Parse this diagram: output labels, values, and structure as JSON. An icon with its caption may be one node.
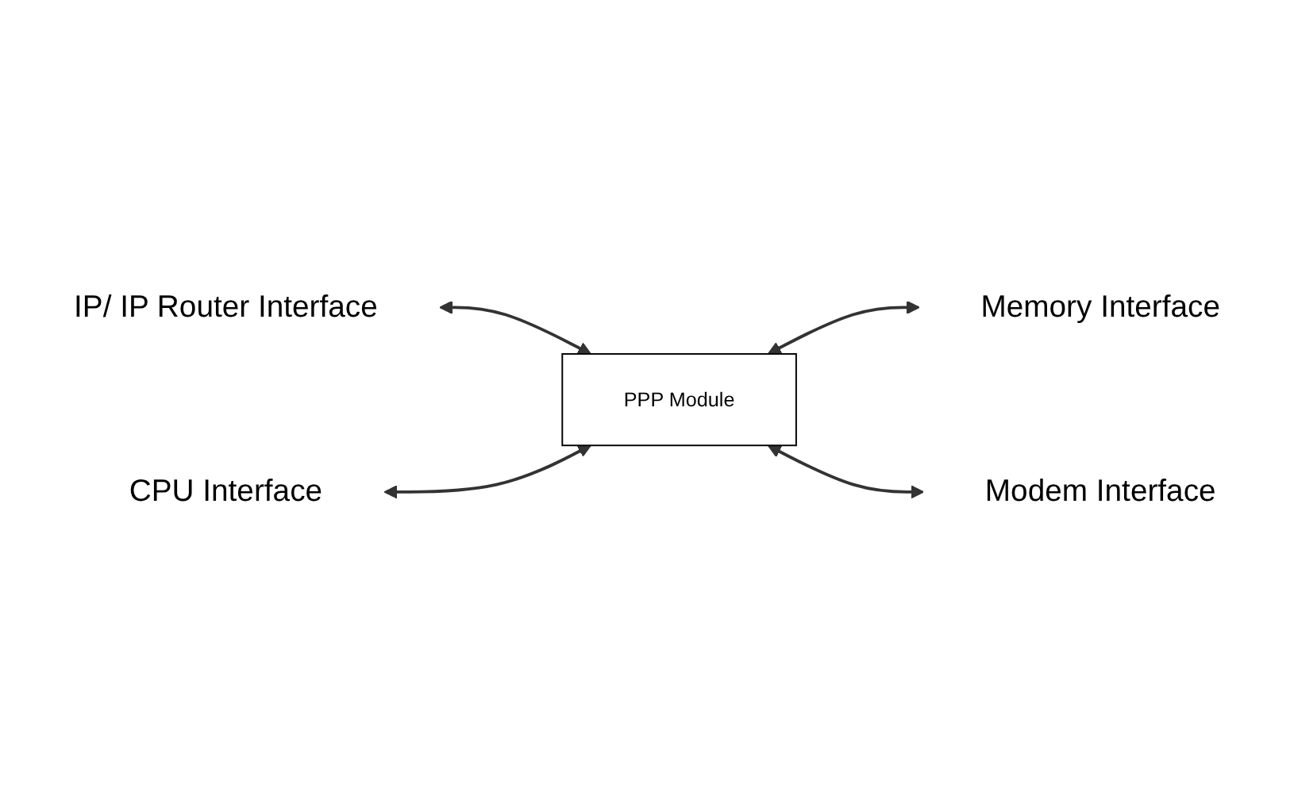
{
  "diagram": {
    "nodes": [
      {
        "text": [
          "IP/ IP Router Interface"
        ]
      },
      {
        "text": [
          "CPU Interface"
        ]
      },
      {
        "text": [
          "PPP Module"
        ]
      },
      {
        "text": [
          "Memory Interface"
        ]
      },
      {
        "text": [
          "Modem Interface"
        ]
      }
    ],
    "edges": [
      {
        "from": 0,
        "to": 2,
        "arrow": "both"
      },
      {
        "from": 1,
        "to": 2,
        "arrow": "both"
      },
      {
        "from": 2,
        "to": 3,
        "arrow": "both"
      },
      {
        "from": 2,
        "to": 4,
        "arrow": "both"
      }
    ]
  }
}
